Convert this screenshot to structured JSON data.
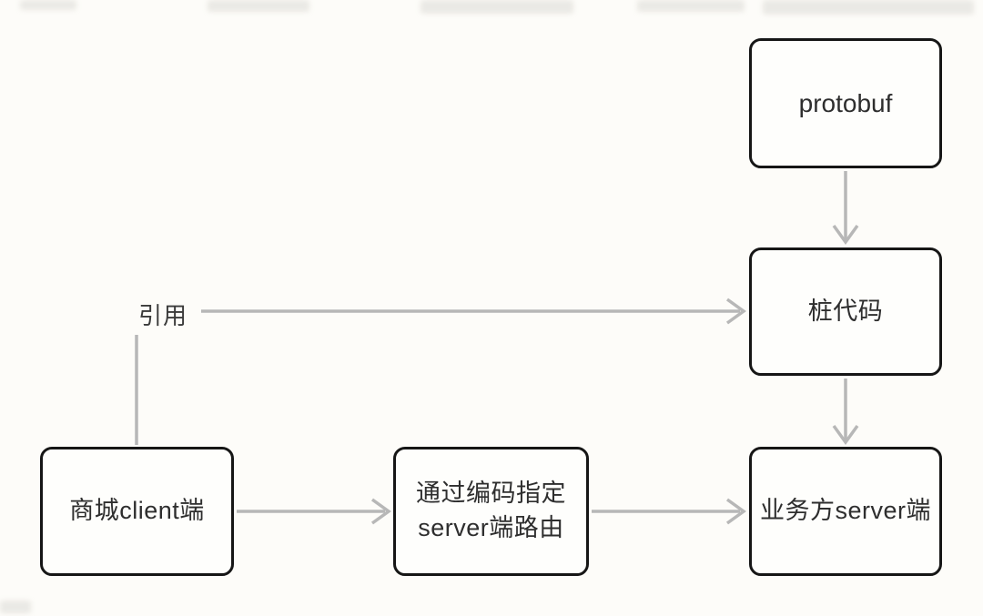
{
  "diagram": {
    "type": "flowchart",
    "background_color": "#fdfcf9",
    "box_border_color": "#161616",
    "box_text_color": "#2e2e2e",
    "arrow_color": "#b7b7b7",
    "nodes": [
      {
        "id": "protobuf",
        "label": "protobuf"
      },
      {
        "id": "stub-code",
        "label": "桩代码"
      },
      {
        "id": "business-server",
        "label": "业务方server端"
      },
      {
        "id": "mall-client",
        "label": "商城client端"
      },
      {
        "id": "routing",
        "label": "通过编码指定\nserver端路由"
      }
    ],
    "edges": [
      {
        "from": "protobuf",
        "to": "stub-code",
        "label": ""
      },
      {
        "from": "stub-code",
        "to": "business-server",
        "label": ""
      },
      {
        "from": "mall-client",
        "to": "stub-code",
        "label": "引用"
      },
      {
        "from": "mall-client",
        "to": "routing",
        "label": ""
      },
      {
        "from": "routing",
        "to": "business-server",
        "label": ""
      }
    ],
    "edge_label_reference": "引用"
  }
}
